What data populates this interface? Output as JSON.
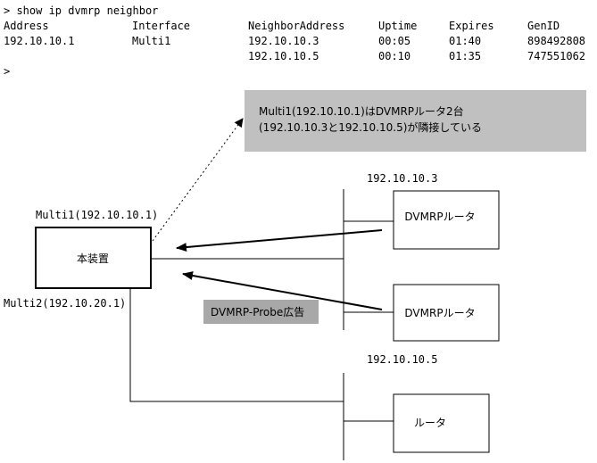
{
  "terminal": {
    "command": "> show ip dvmrp neighbor",
    "headers": [
      "Address",
      "Interface",
      "NeighborAddress",
      "Uptime",
      "Expires",
      "GenID"
    ],
    "rows": [
      [
        "192.10.10.1",
        "Multi1",
        "192.10.10.3",
        "00:05",
        "01:40",
        "898492808"
      ],
      [
        "",
        "",
        "192.10.10.5",
        "00:10",
        "01:35",
        "747551062"
      ]
    ],
    "prompt": ">"
  },
  "callout": {
    "line1": "Multi1(192.10.10.1)はDVMRPルータ2台",
    "line2": "(192.10.10.3と192.10.10.5)が隣接している"
  },
  "device": {
    "label": "本装置",
    "if1_label": "Multi1(192.10.10.1)",
    "if2_label": "Multi2(192.10.20.1)"
  },
  "segment1": {
    "label": "192.10.10.3"
  },
  "segment2": {
    "label": "192.10.10.5"
  },
  "routers": [
    {
      "label": "DVMRPルータ"
    },
    {
      "label": "DVMRPルータ"
    },
    {
      "label": "ルータ"
    }
  ],
  "probe": {
    "label": "DVMRP-Probe広告"
  },
  "colors": {
    "callout_bg": "#c0c0c0",
    "probe_bg": "#a8a8a8",
    "line": "#000000"
  }
}
